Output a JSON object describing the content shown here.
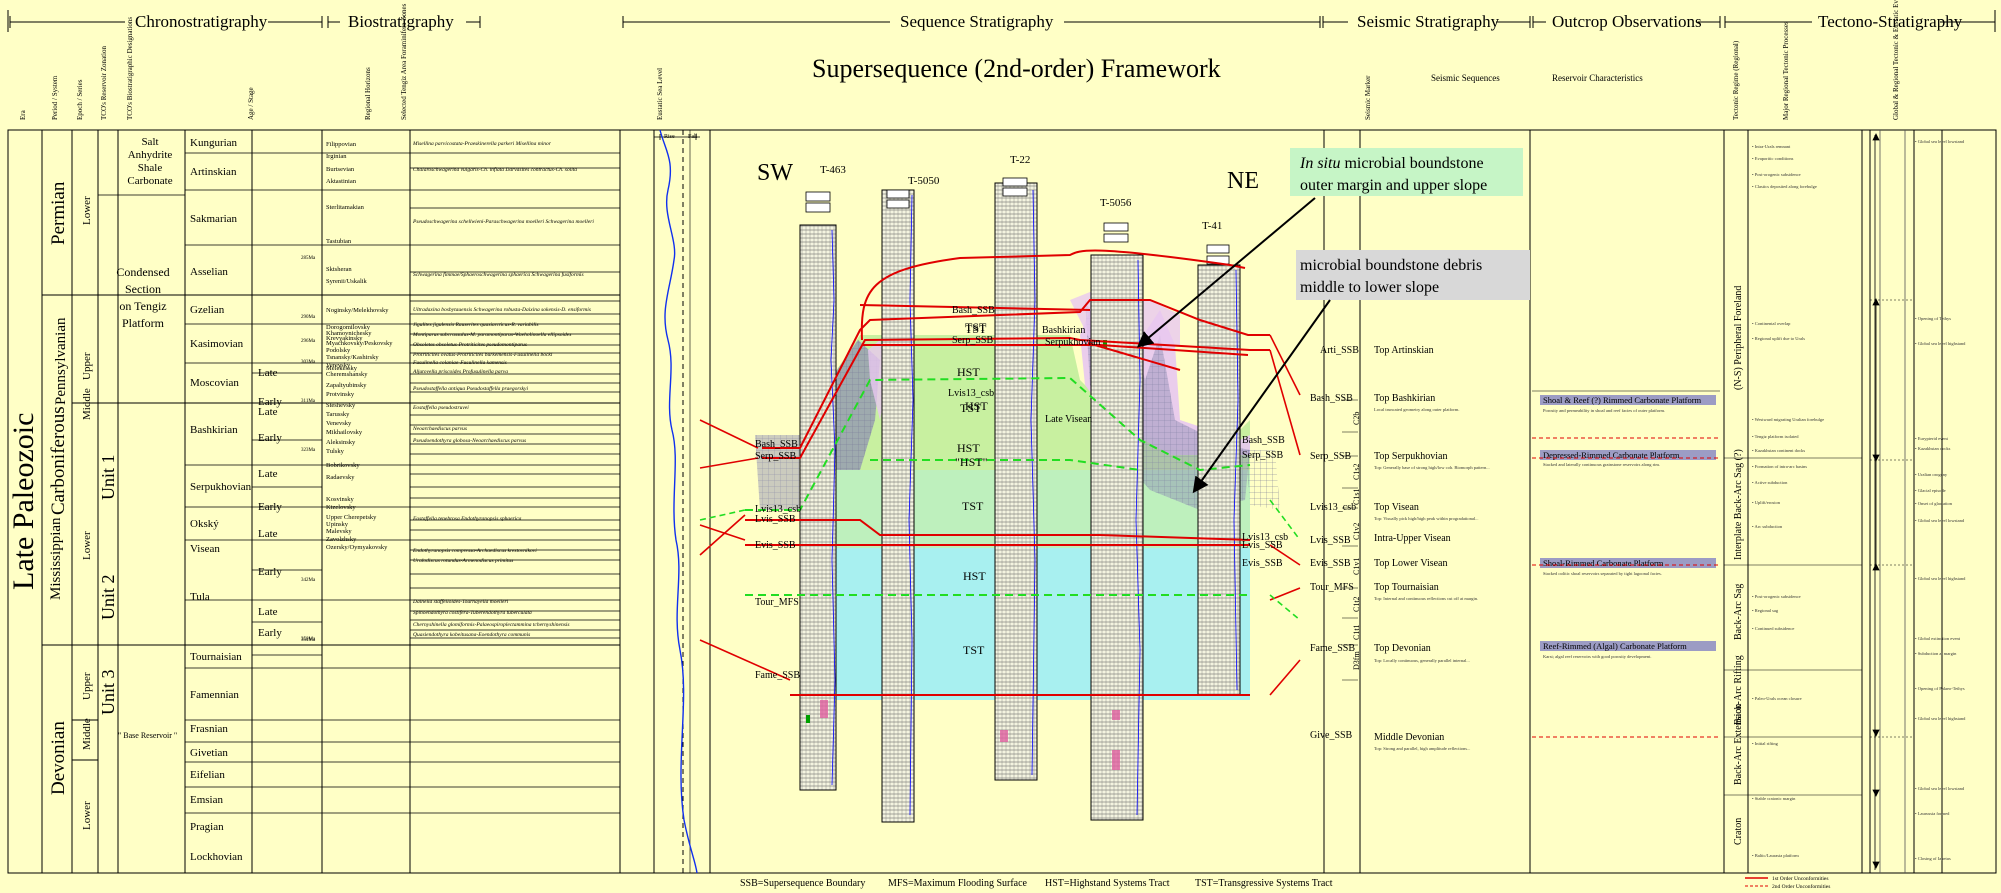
{
  "sections": [
    "Chronostratigraphy",
    "Biostratigraphy",
    "Sequence Stratigraphy",
    "Seismic Stratigraphy",
    "Outcrop Observations",
    "Tectono-Stratigraphy"
  ],
  "col_heads": {
    "era": "Era",
    "system": "Period / System",
    "series": "Epoch / Series",
    "reservoir": "TCO's Reservoir Zonation",
    "tco": "TCO's Biostratigraphic Designations",
    "stage": "Age / Stage",
    "horizons": "Regional Horizons",
    "zones": "Selected Tengiz Area Foraminifera Zones",
    "sealevel": "Eustatic Sea Level",
    "rise": "Rise",
    "fall": "Fall",
    "seis_marker": "Seismic Marker",
    "seis_seq": "Seismic Sequences",
    "reservoir_char": "Reservoir Characteristics",
    "tect_regime": "Tectonic Regime (Regional)",
    "tect_proc": "Major Regional Tectonic Processes",
    "tect_events": "Global & Regional Tectonic & Eustatic Events"
  },
  "title": "Supersequence (2nd-order) Framework",
  "era": "Late Paleozoic",
  "systems": [
    "Permian",
    "Carboniferous",
    "Devonian"
  ],
  "subsystems": [
    "Pennsylvanian",
    "Mississippian"
  ],
  "series": [
    "Lower",
    "Upper",
    "Middle",
    "Lower",
    "Upper",
    "Middle",
    "Lower"
  ],
  "units": [
    "Unit 1",
    "Unit 2",
    "Unit 3"
  ],
  "salt": [
    "Salt",
    "Anhydrite",
    "Shale",
    "Carbonate"
  ],
  "condensed": [
    "Condensed",
    "Section",
    "on Tengiz",
    "Platform"
  ],
  "base_res": "\" Base Reservoir \"",
  "stages": [
    "Kungurian",
    "Artinskian",
    "Sakmarian",
    "Asselian",
    "Gzelian",
    "Kasimovian",
    "Moscovian",
    "Bashkirian",
    "Serpukhovian",
    "Okský",
    "Visean",
    "Tula",
    "Tournaisian",
    "Famennian",
    "Frasnian",
    "Givetian",
    "Eifelian",
    "Emsian",
    "Pragian",
    "Lockhovian"
  ],
  "substages": [
    "Late",
    "Early",
    "Late",
    "Early",
    "Late",
    "Early",
    "Late",
    "Early",
    "Late",
    "Early"
  ],
  "horizons": [
    "Filippovian",
    "Irginian",
    "Burtsevian",
    "Aktastinian",
    "Sterlitamakian",
    "Tastubian",
    "Sktsheran",
    "Syrenii/Uskalik",
    "Noginsky/Melekhovsky",
    "Dorogomilovsky",
    "Khamovnichesky",
    "Krevyakinsky",
    "Myachkovsky/Peskovsky",
    "Podolsky",
    "Tsnansky/Kashirsky",
    "Vereysky",
    "Melekessky",
    "Cheremshansky",
    "Zapaltyubinsky",
    "Protvinsky",
    "Steshevsky",
    "Tarussky",
    "Venevsky",
    "Mikhailovsky",
    "Aleksinsky",
    "Tulsky",
    "Bobrikovsky",
    "Radaevsky",
    "Kosvinsky",
    "Kizelovsky",
    "Upper Cherepetsky",
    "Upinsky",
    "Malevsky",
    "Zavolzhsky",
    "Ozersky/Oymyakovsky"
  ],
  "ages": [
    "285Ma",
    "290Ma",
    "296Ma",
    "303Ma",
    "311Ma",
    "323Ma",
    "342Ma",
    "350Ma",
    "354Ma"
  ],
  "zones": [
    "Misellina parvicostata-Praeskinerella parkeri Misellina minor",
    "Chalaroschwagerina vulgaris-Ch. inflata Darvasites contractus-Ch. solita",
    "Pseudoschwagerina schellwieni-Paraschwagerina moelleri Schwagerina moelleri",
    "Schwagerina fimmae/Sphaeroschwagerina sphaerica Schwagerina fusiformis",
    "Ultradaxina bosbytauensis Schwagerina robusta-Daixina sokensis-D. ensiformis",
    "Jigulites jigulensis Rauserites quasiarcticus-R. variabilis",
    "Montiparus subcrassulus-M. paramontiparus-Waeholinoella ellipsoides",
    "Obsoletes obsoletus-Protriticites pseudomontiparus",
    "Protriticites ovatus-Protriticites burkemensis-Fusulinella bocki",
    "Fusulinella colaniae-Fusulinella kamensis",
    "Aljutovella priscoides Profusulinella parva",
    "Pseudostaffella antiqua Pseudostaffella praegorskyi",
    "Eostaffella pseudostruvei",
    "Neoarchaediscus parvus",
    "Pseudoendothyra globosa-Neoarchaediscus parvus",
    "Eostaffella tenebrosa Endothyranopsis sphaerica",
    "Endothyranopsis compressa-Archaediscus krestovnikovi",
    "Uralodiscus rotundus-Armenodiscus primitus",
    "Dainella staffelloides-Tournayella moelleri",
    "Spinoendothyra costifera-Tuberendothyra tuberculata",
    "Chernyshinella glomiformis-Palaeospiroplectammina tchernyshinensis",
    "Quasiendothyra kobeitusana-Eoendothyra communis"
  ],
  "wells": [
    "T-463",
    "T-5050",
    "T-22",
    "T-5056",
    "T-41"
  ],
  "sw": "SW",
  "ne": "NE",
  "surfaces_left": [
    "Bash_SSB",
    "Serp_SSB",
    "Lvis13_csb",
    "Lvis_SSB",
    "Evis_SSB",
    "Tour_MFS",
    "Fame_SSB"
  ],
  "surfaces_right": [
    "Bash_SSB",
    "Serp_SSB",
    "Lvis13_csb",
    "Lvis_SSB",
    "Evis_SSB",
    "Tour_MFS",
    "Fame_SSB",
    "Arti_SSB",
    "Give_SSB"
  ],
  "tracts": [
    "TST",
    "HST",
    "TST",
    "HST",
    "\"HST\"",
    "TST",
    "HST",
    "TST"
  ],
  "center_labels": [
    "Bash_SSB",
    "Serp_SSB",
    "Serpukhovian",
    "Bashkirian",
    "Lvis13_csb",
    "Late Visean"
  ],
  "callout1": [
    "In situ microbial boundstone",
    "outer margin and upper slope"
  ],
  "callout1_italic": "In situ",
  "callout2": [
    "microbial boundstone debris",
    "middle to lower slope"
  ],
  "seis_seqs": [
    "Top Artinskian",
    "Top Bashkirian",
    "Top Serpukhovian",
    "Top Visean",
    "Intra-Upper Visean",
    "Top Lower Visean",
    "Top Tournaisian",
    "Top Devonian",
    "Middle Devonian"
  ],
  "seis_codes": [
    "C2b",
    "C1s2",
    "C1s1",
    "C1v2",
    "C1v1",
    "C1t2",
    "C1t1",
    "D3fm"
  ],
  "reservoir_boxes": [
    "Shoal & Reef (?) Rimmed Carbonate Platform",
    "Depressed-Rimmed Carbonate Platform",
    "Shoal-Rimmed Carbonate Platform",
    "Reef-Rimmed (Algal) Carbonate Platform"
  ],
  "tect_regimes": [
    "(N-S) Peripheral Foreland",
    "Interplate Back-Arc Sag (?)",
    "Back-Arc Sag",
    "Back-Arc Rifting",
    "Back-Arc Extension",
    "Craton"
  ],
  "legend": [
    "SSB=Supersequence Boundary",
    "MFS=Maximum Flooding Surface",
    "HST=Highstand Systems Tract",
    "TST=Transgressive Systems Tract"
  ],
  "legend_lines": [
    "1st Order Unconformities",
    "2nd Order Unconformities"
  ],
  "colors": {
    "bg": "#ffffc6",
    "red": "#e00000",
    "green": "#22dd22",
    "sea": "#0000ee",
    "tst": "#a8f0f0",
    "hst": "#c8f0a0",
    "purple": "#e8c8f0",
    "grey": "#8c8cb4"
  }
}
